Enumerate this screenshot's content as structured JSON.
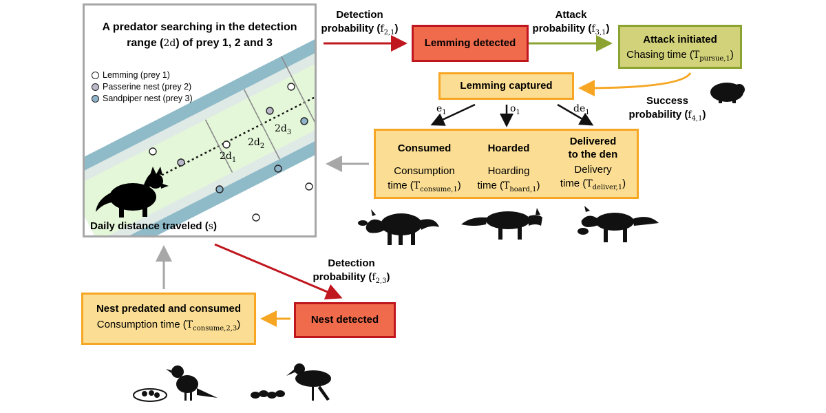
{
  "colors": {
    "red_arrow": "#c0161e",
    "olive_arrow": "#8aa331",
    "orange_arrow": "#f6a623",
    "gray_arrow": "#a7a7a7",
    "lemming_dot": "#ffffff",
    "passerine_dot": "#b9b9c9",
    "sandpiper_dot": "#8fb3c8",
    "range_outer": "#8fbbc9",
    "range_mid": "#dfe9e6",
    "range_inner": "#e4f7d9"
  },
  "panel": {
    "title_line1": "A predator searching in the detection",
    "title_line2_pre": "range (",
    "title_line2_math": "2d",
    "title_line2_post": ") of prey 1, 2 and 3",
    "legend": [
      {
        "label": "Lemming (prey 1)",
        "icon": "lemming-dot"
      },
      {
        "label": "Passerine nest (prey 2)",
        "icon": "passerine-dot"
      },
      {
        "label": "Sandpiper nest (prey 3)",
        "icon": "sandpiper-dot"
      }
    ],
    "range_labels": {
      "d1": "2d",
      "d1_sub": "1",
      "d2": "2d",
      "d2_sub": "2",
      "d3": "2d",
      "d3_sub": "3"
    },
    "distance_label": "Daily distance traveled (",
    "distance_math": "s",
    "distance_close": ")"
  },
  "edges": {
    "detection_1": {
      "line1": "Detection",
      "line2": "probability (",
      "math": "f",
      "sub": "2,1",
      "close": ")"
    },
    "attack": {
      "line1": "Attack",
      "line2": "probability (",
      "math": "f",
      "sub": "3,1",
      "close": ")"
    },
    "success": {
      "line1": "Success",
      "line2": "probability (",
      "math": "f",
      "sub": "4,1",
      "close": ")"
    },
    "detection_3": {
      "line1": "Detection",
      "line2": "probability (",
      "math": "f",
      "sub": "2,3",
      "close": ")"
    },
    "branch_e": {
      "math": "e",
      "sub": "1"
    },
    "branch_o": {
      "math": "o",
      "sub": "1"
    },
    "branch_de": {
      "math": "de",
      "sub": "1"
    }
  },
  "nodes": {
    "lemming_detected": "Lemming detected",
    "attack_initiated": {
      "title": "Attack initiated",
      "text": "Chasing time (",
      "math": "T",
      "sub": "pursue,1",
      "close": ")"
    },
    "lemming_captured": "Lemming captured",
    "consumed": {
      "title": "Consumed",
      "line1": "Consumption",
      "line2": "time (",
      "math": "T",
      "sub": "consume,1",
      "close": ")"
    },
    "hoarded": {
      "title": "Hoarded",
      "line1": "Hoarding",
      "line2": "time (",
      "math": "T",
      "sub": "hoard,1",
      "close": ")"
    },
    "delivered": {
      "title1": "Delivered",
      "title2": "to the den",
      "line1": "Delivery",
      "line2": "time (",
      "math": "T",
      "sub": "deliver,1",
      "close": ")"
    },
    "nest_detected": "Nest detected",
    "nest_predated": {
      "title": "Nest predated and consumed",
      "text": "Consumption time (",
      "math": "T",
      "sub": "consume,2,3",
      "close": ")"
    }
  }
}
